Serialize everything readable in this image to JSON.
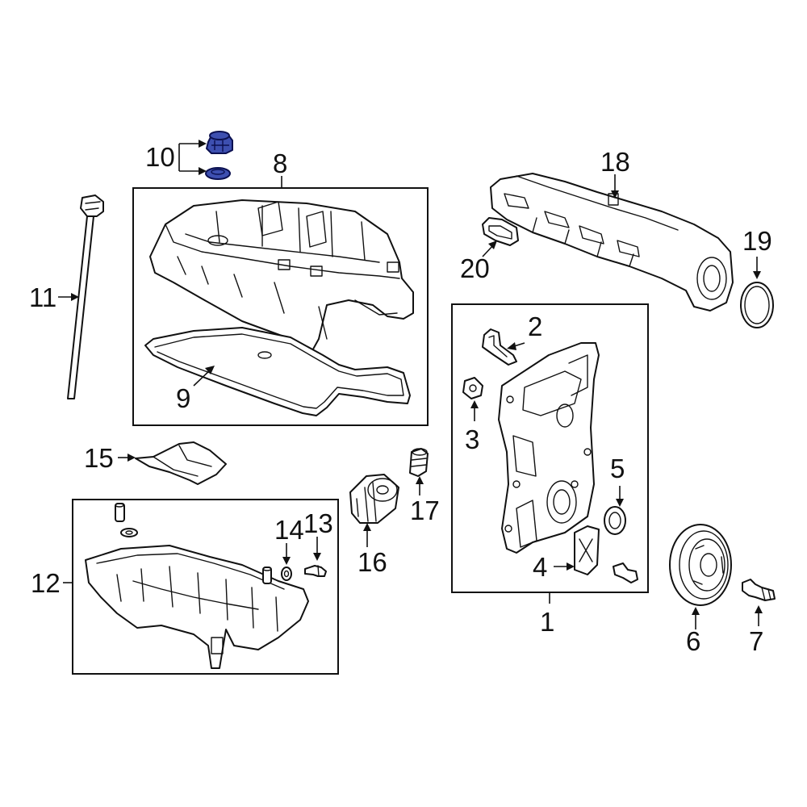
{
  "callouts": {
    "c1": "1",
    "c2": "2",
    "c3": "3",
    "c4": "4",
    "c5": "5",
    "c6": "6",
    "c7": "7",
    "c8": "8",
    "c9": "9",
    "c10": "10",
    "c11": "11",
    "c12": "12",
    "c13": "13",
    "c14": "14",
    "c15": "15",
    "c16": "16",
    "c17": "17",
    "c18": "18",
    "c19": "19",
    "c20": "20"
  },
  "colors": {
    "line": "#111111",
    "highlight_fill": "#3d4fb0",
    "highlight_stroke": "#0b1050",
    "background": "#ffffff"
  }
}
